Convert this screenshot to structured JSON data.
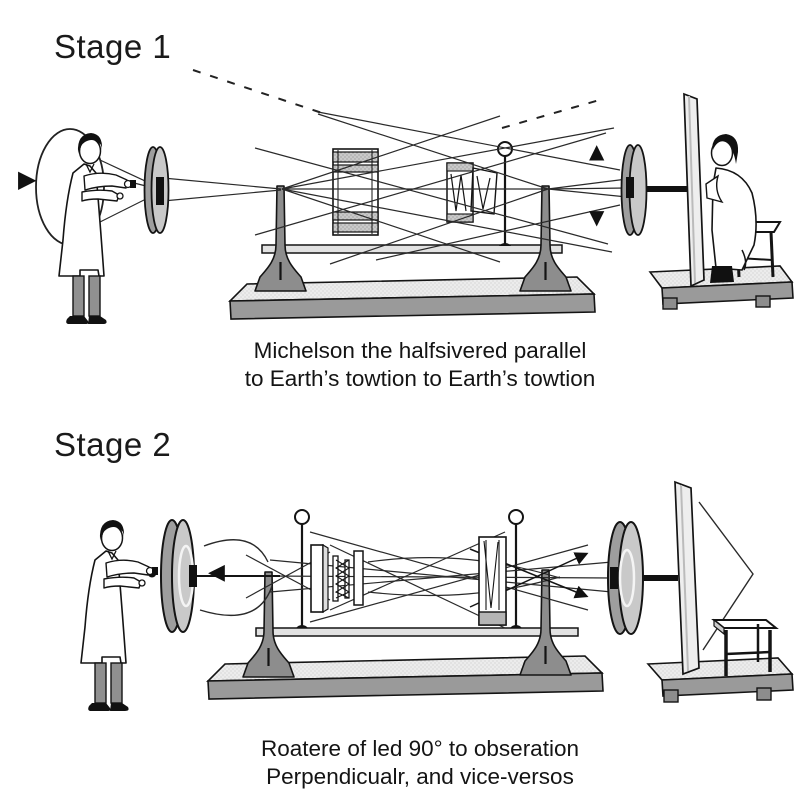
{
  "stages": [
    {
      "title": "Stage 1",
      "caption_lines": [
        "Michelson the halfsivered parallel",
        "to Earth’s towtion to Earth’s towtion"
      ]
    },
    {
      "title": "Stage 2",
      "caption_lines": [
        "Roatere of led 90° to obseration",
        "Perpendicualr, and vice-versos"
      ]
    }
  ],
  "icons": {
    "right_arrow": "▶",
    "up_arrow": "▲",
    "down_arrow": "▼",
    "left_arrow": "◀"
  },
  "colors": {
    "ink": "#141414",
    "ray": "#2a2a2a",
    "disk_face": "#c9c9c9",
    "disk_rim": "#9e9e9e",
    "stand_gray": "#8d8d8d",
    "platform_front": "#9a9a9a",
    "platform_top": "#ececec",
    "trouser_gray": "#909090",
    "background": "#ffffff"
  }
}
